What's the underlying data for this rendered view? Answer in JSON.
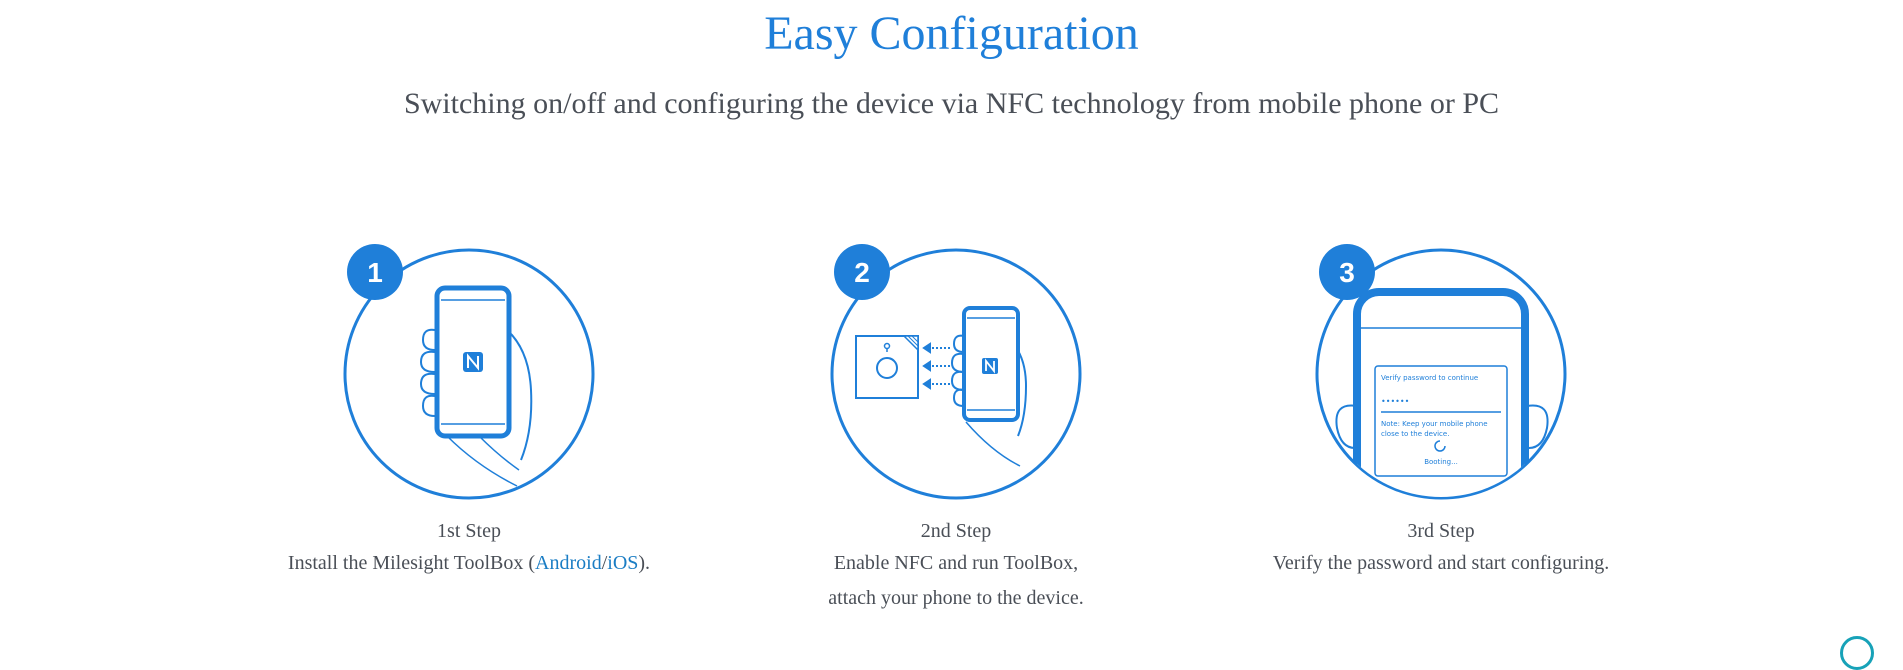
{
  "header": {
    "title": "Easy Configuration",
    "subtitle": "Switching on/off and configuring the device via NFC technology from mobile phone or PC"
  },
  "steps": [
    {
      "number": "1",
      "title": "1st Step",
      "desc_prefix": "Install the Milesight ToolBox (",
      "link_android": "Android",
      "separator": "/",
      "link_ios": "iOS",
      "desc_suffix": ")."
    },
    {
      "number": "2",
      "title": "2nd Step",
      "desc_line1": "Enable NFC and run ToolBox,",
      "desc_line2": "attach your phone to the device."
    },
    {
      "number": "3",
      "title": "3rd Step",
      "desc_line1": "Verify the password and start configuring.",
      "screen": {
        "prompt": "Verify password to continue",
        "password": "••••••",
        "note_line1": "Note: Keep your mobile phone",
        "note_line2": "close to the device.",
        "status": "Booting..."
      }
    }
  ],
  "colors": {
    "accent": "#1f7fd9",
    "text": "#4a4f57",
    "link": "#1a7dc4",
    "badge": "#17a2b8"
  },
  "icons": [
    "nfc-icon",
    "hand-icon",
    "phone-icon",
    "arrow-left-icon",
    "device-icon",
    "loading-spinner-icon"
  ]
}
